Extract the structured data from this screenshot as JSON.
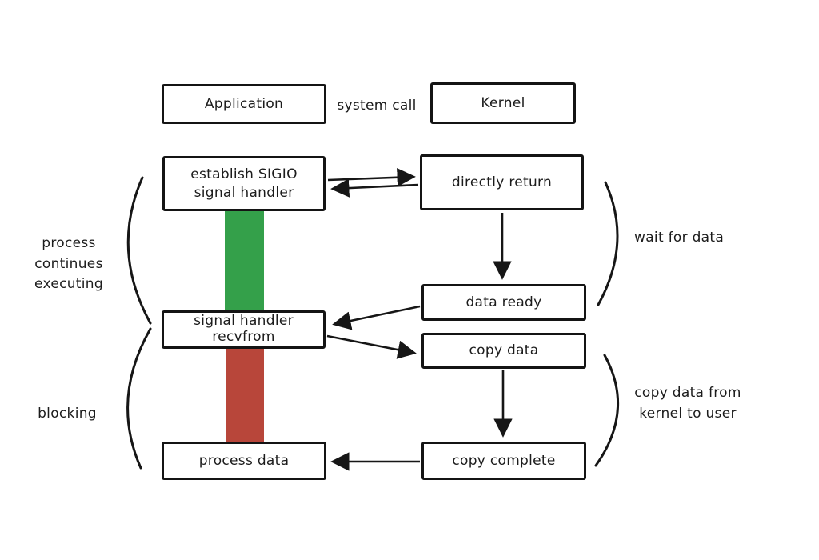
{
  "diagram": {
    "header": {
      "application": "Application",
      "system_call": "system call",
      "kernel": "Kernel"
    },
    "boxes": {
      "establish": "establish SIGIO\nsignal handler",
      "directly_return": "directly return",
      "data_ready": "data ready",
      "signal_handler": "signal handler\nrecvfrom",
      "copy_data": "copy data",
      "process_data": "process data",
      "copy_complete": "copy complete"
    },
    "annotations": {
      "process_continues": "process\ncontinues\nexecuting",
      "blocking": "blocking",
      "wait_for_data": "wait for data",
      "copy_kernel_user": "copy data from\nkernel to user"
    },
    "colors": {
      "green_bar": "#34a04a",
      "red_bar": "#b8463a",
      "ink": "#161616"
    }
  }
}
